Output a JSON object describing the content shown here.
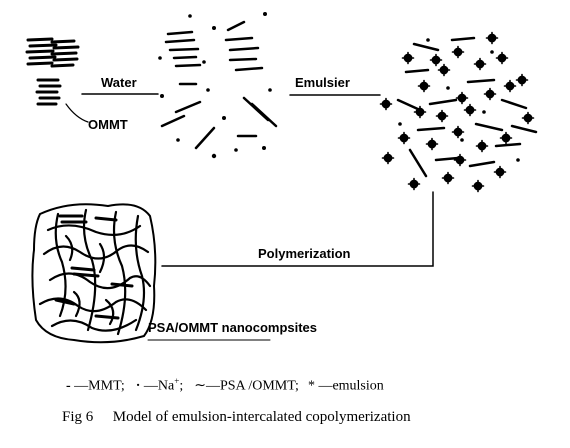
{
  "labels": {
    "water": "Water",
    "emulsier": "Emulsier",
    "ommt": "OMMT",
    "polymerization": "Polymerization",
    "product": "PSA/OMMT nanocompsites"
  },
  "legend": {
    "mmt_symbol": "-",
    "mmt_text": "—MMT;",
    "na_symbol": "·",
    "na_text": "—Na",
    "na_sup": "+",
    "na_end": ";",
    "psa_symbol": "∼",
    "psa_text": "—PSA /OMMT;",
    "emulsion_symbol": "*",
    "emulsion_text": "—emulsion"
  },
  "caption": {
    "number": "Fig 6",
    "text": "Model of emulsion-intercalated copolymerization"
  }
}
